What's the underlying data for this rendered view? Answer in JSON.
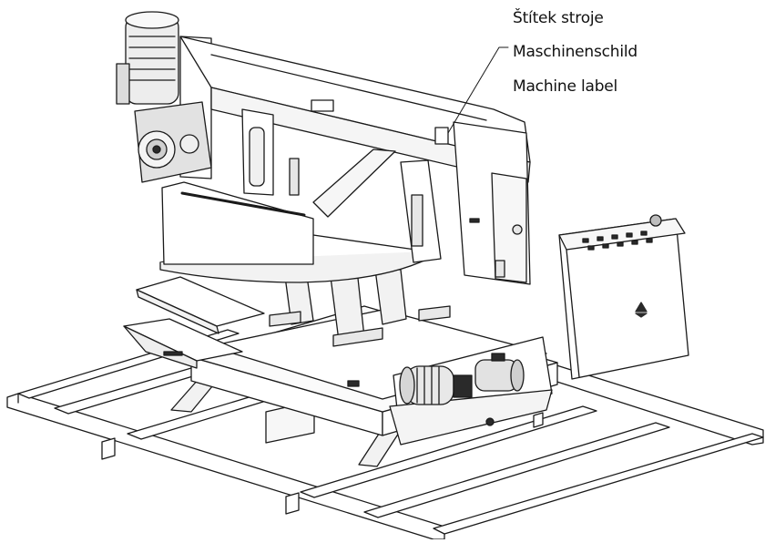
{
  "callout": {
    "lines": [
      "Štítek stroje",
      "Maschinenschild",
      "Machine label"
    ]
  },
  "colors": {
    "line": "#1a1a1a",
    "fill": "#ffffff",
    "shade": "#f2f2f2",
    "dark": "#2a2a2a"
  }
}
